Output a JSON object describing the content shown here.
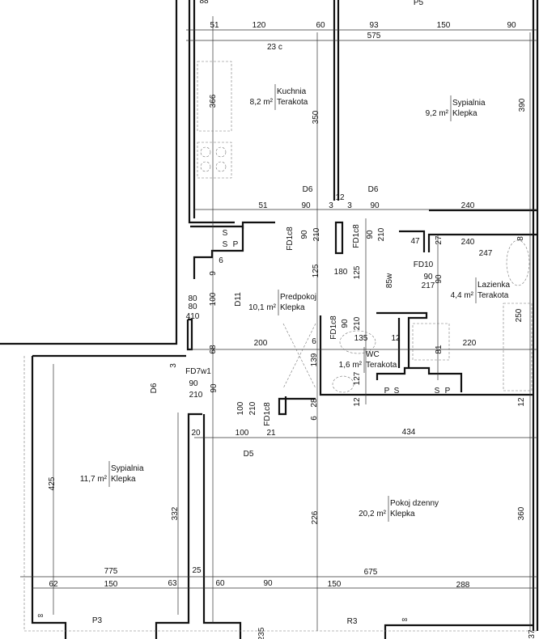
{
  "rooms": [
    {
      "name": "Kuchnia",
      "area": "8,2 m²",
      "floor": "Terakota"
    },
    {
      "name": "Sypialnia",
      "area": "9,2 m²",
      "floor": "Klepka"
    },
    {
      "name": "Predpokoj",
      "area": "10,1 m²",
      "floor": "Klepka"
    },
    {
      "name": "Lazienka",
      "area": "4,4 m²",
      "floor": "Terakota"
    },
    {
      "name": "WC",
      "area": "1,6 m²",
      "floor": "Terakota"
    },
    {
      "name": "Sypialnia",
      "area": "11,7 m²",
      "floor": "Klepka"
    },
    {
      "name": "Pokoj dzenny",
      "area": "20,2 m²",
      "floor": "Klepka"
    }
  ],
  "door_tags": [
    "D6",
    "D6",
    "D11",
    "D6",
    "D5",
    "FD1c8",
    "FD1c8",
    "FD1c8",
    "FD1c8",
    "FD10",
    "FD7w1"
  ],
  "window_tags": [
    "P5",
    "P3",
    "R3"
  ],
  "shaft_labels": [
    "S",
    "S",
    "P",
    "P",
    "S",
    "S",
    "P"
  ],
  "dimensions": [
    "51",
    "120",
    "60",
    "93",
    "150",
    "90",
    "575",
    "23 c",
    "51",
    "90",
    "3",
    "12",
    "3",
    "90",
    "240",
    "366",
    "350",
    "390",
    "90",
    "210",
    "90",
    "210",
    "47",
    "27",
    "240",
    "8",
    "247",
    "90",
    "217",
    "90",
    "180",
    "125",
    "125",
    "85w",
    "6",
    "9",
    "100",
    "80",
    "80",
    "410",
    "90",
    "210",
    "250",
    "200",
    "6",
    "68",
    "135",
    "12",
    "81",
    "220",
    "139",
    "127",
    "90",
    "210",
    "90",
    "3",
    "100",
    "210",
    "28",
    "6",
    "12",
    "12",
    "20",
    "100",
    "21",
    "434",
    "425",
    "332",
    "226",
    "360",
    "775",
    "25",
    "675",
    "62",
    "150",
    "63",
    "60",
    "90",
    "150",
    "288",
    "∞",
    "∞",
    "37",
    "235",
    "88"
  ]
}
